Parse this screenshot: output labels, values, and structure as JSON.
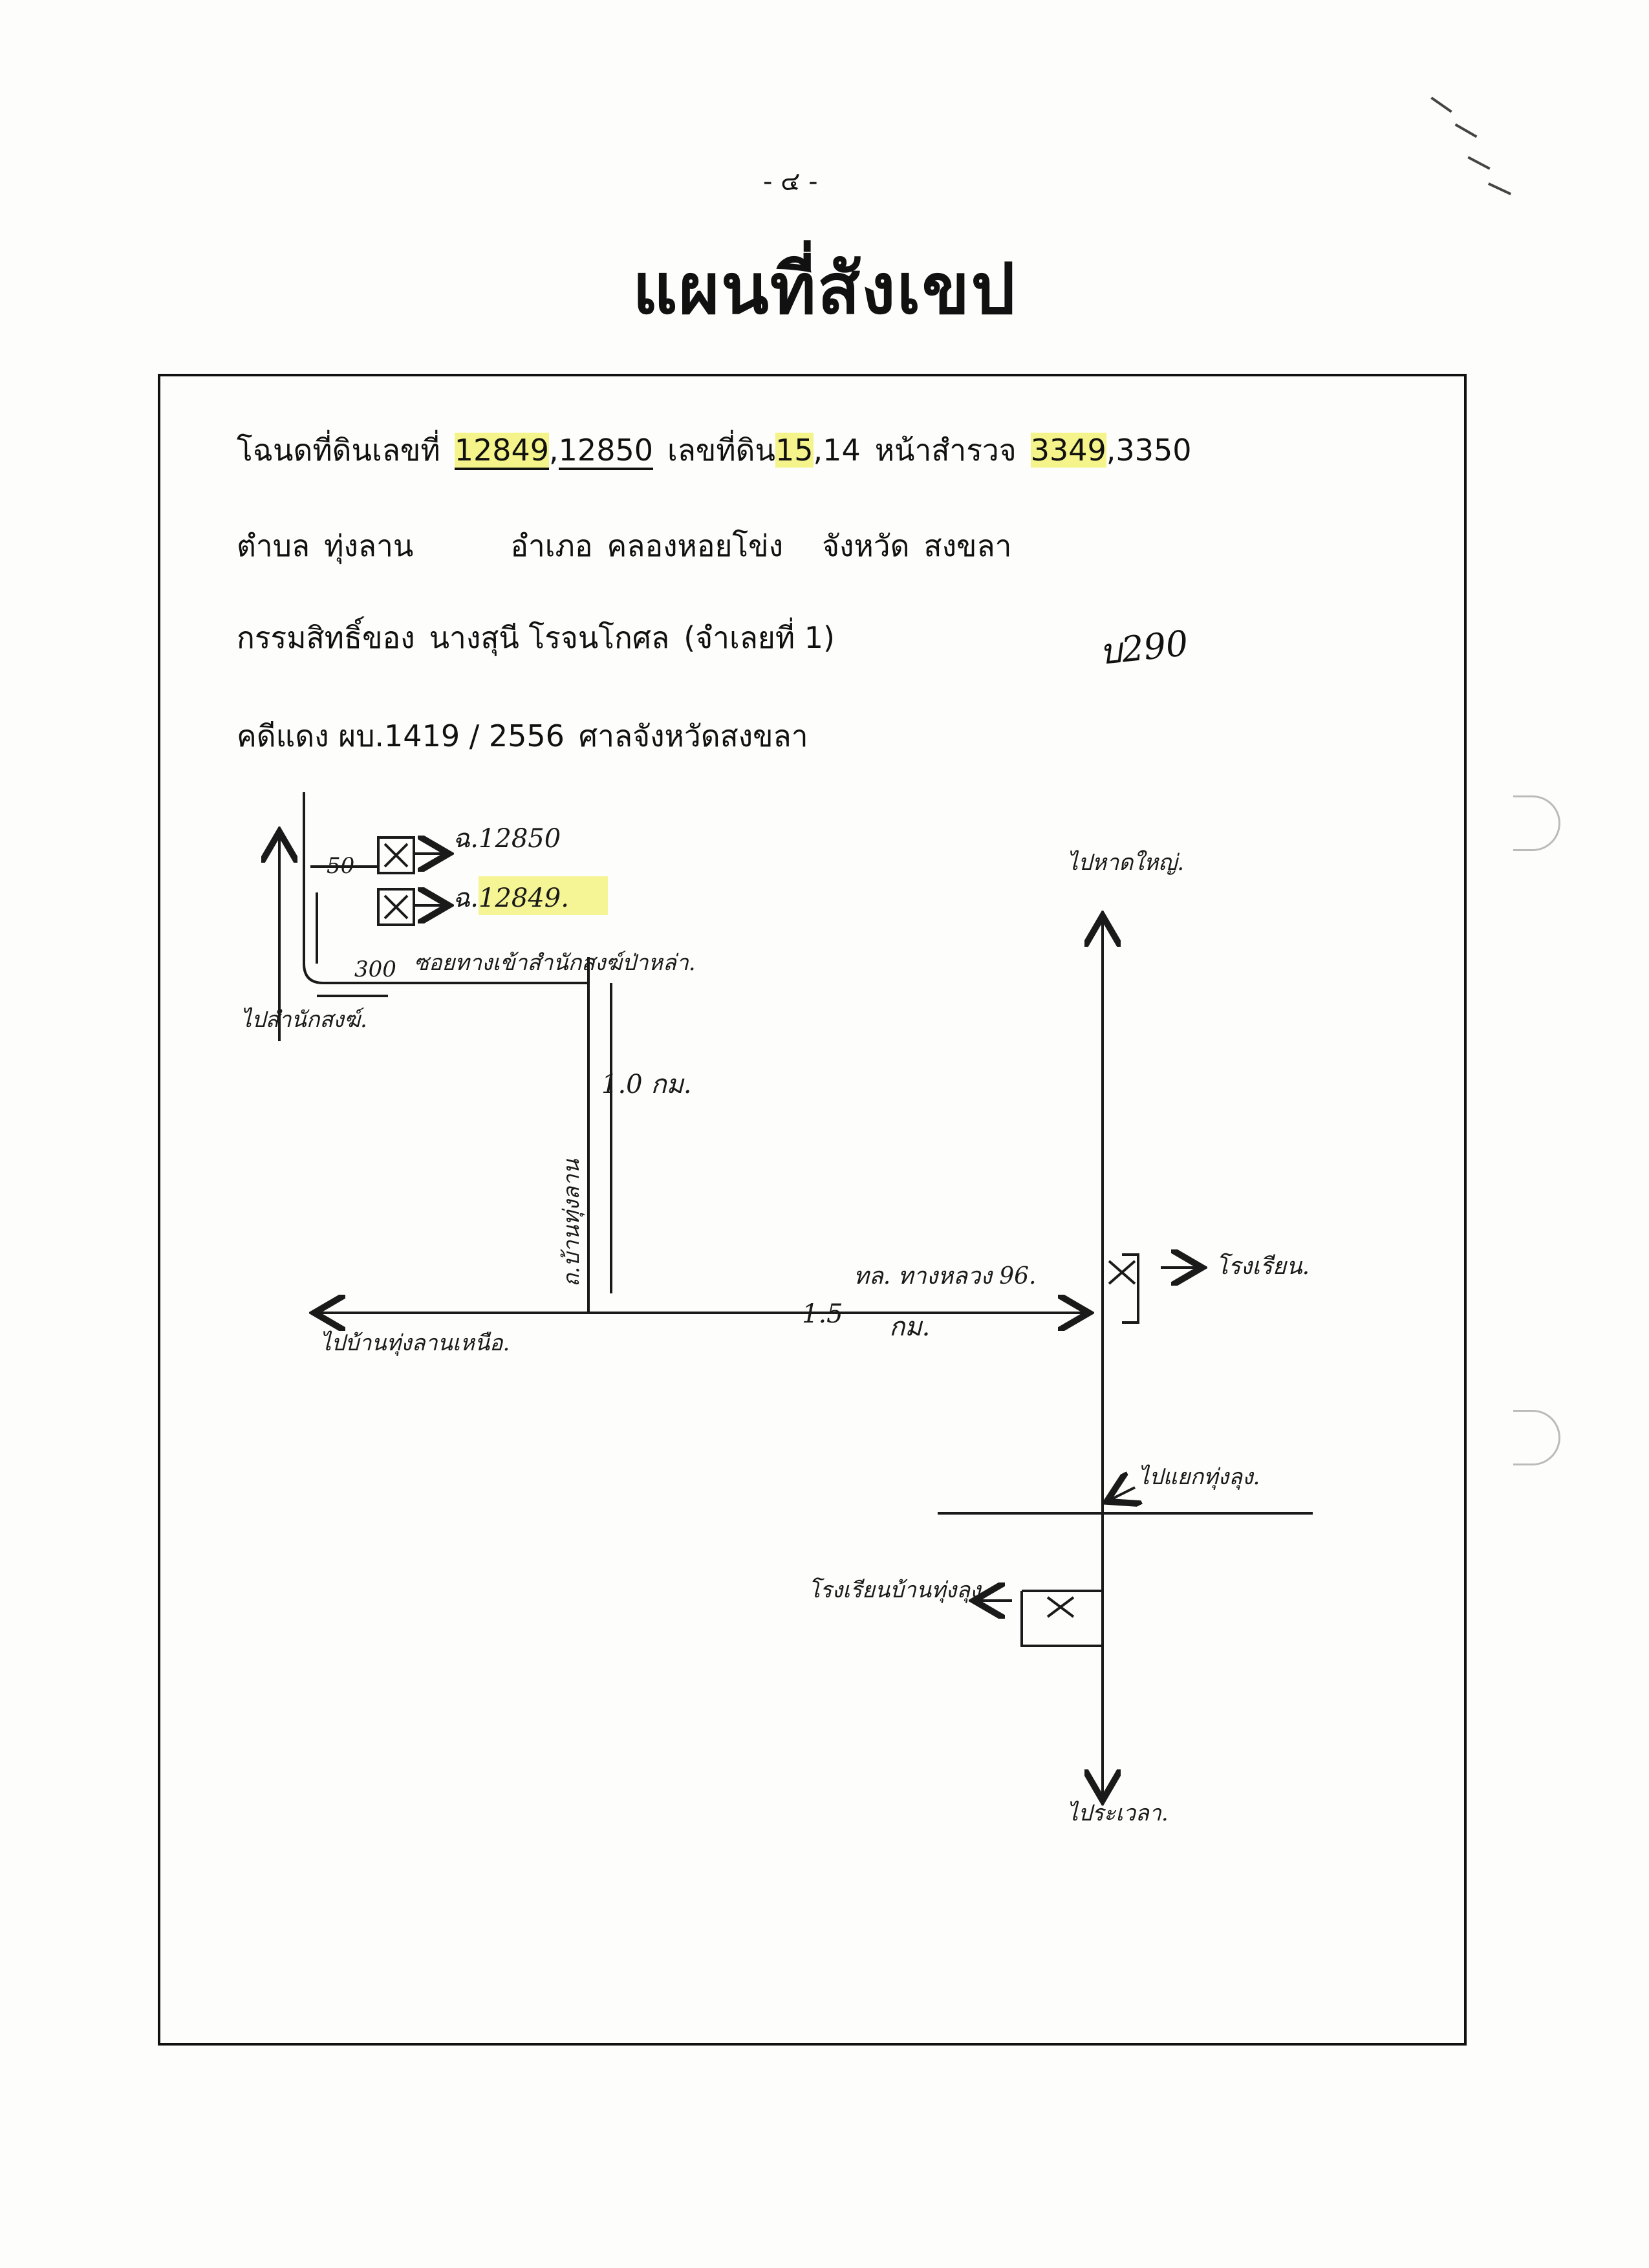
{
  "page_number": "- ๔ -",
  "title": "แผนที่สังเขป",
  "deed": {
    "label": "โฉนดที่ดินเลขที่",
    "number_1": "12849",
    "sep_1": ",",
    "number_2": "12850",
    "land_no_label": "เลขที่ดิน",
    "land_no_1": "15",
    "sep_2": ",",
    "land_no_2": "14",
    "survey_label": "หน้าสำรวจ",
    "survey_1": "3349",
    "sep_3": ",",
    "survey_2": "3350"
  },
  "location": {
    "tambon_label": "ตำบล",
    "tambon": "ทุ่งลาน",
    "amphoe_label": "อำเภอ",
    "amphoe": "คลองหอยโข่ง",
    "province_label": "จังหวัด",
    "province": "สงขลา"
  },
  "owner": {
    "label": "กรรมสิทธิ์ของ",
    "name": "นางสุนี โรจนโกศล",
    "note": "(จำเลยที่ 1)"
  },
  "margin_note": "บ290",
  "case": {
    "label": "คดีแดง ผบ.",
    "number": "1419 / 2556",
    "court": "ศาลจังหวัดสงขลา"
  },
  "sketch": {
    "plot_12850": "ฉ.12850",
    "plot_12849": "ฉ.12849.",
    "dist_50": "50",
    "dist_300": "300",
    "road_label_top": "ซอยทางเข้าสำนักสงฆ์ป่าหล่า.",
    "to_left_top": "ไปสำนักสงฆ์.",
    "dist_1_km": "1.0 กม.",
    "road_vertical": "ถ.บ้านทุ่งลาน",
    "to_left_bottom": "ไปบ้านทุ่งลานเหนือ.",
    "road_main": "ทล. ทางหลวง 96.",
    "dist_1_5": "1.5",
    "km": "กม.",
    "school": "โรงเรียน.",
    "to_top": "ไปหาดใหญ่.",
    "to_junction": "ไปแยกทุ่งลุง.",
    "temple": "โรงเรียนบ้านทุ่งลุง.",
    "to_bottom": "ไประเวลา."
  },
  "colors": {
    "highlight": "#f4f48a",
    "ink": "#111111",
    "hand_ink": "#1a1a1a"
  }
}
